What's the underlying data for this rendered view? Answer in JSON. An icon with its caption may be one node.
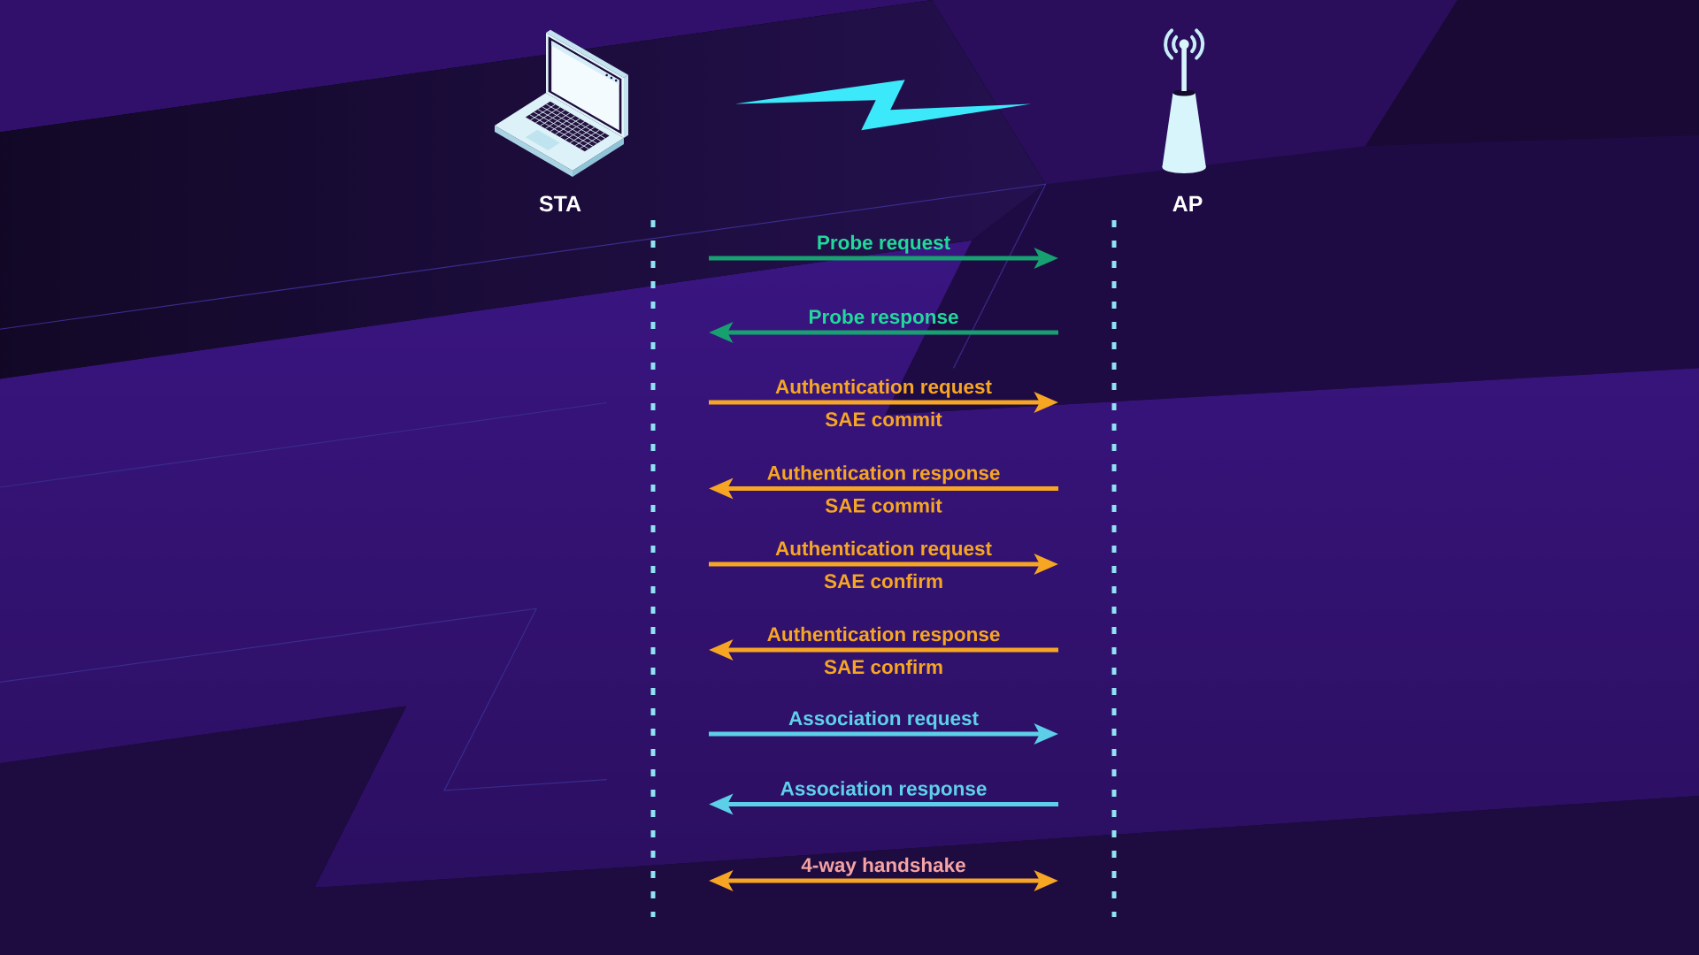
{
  "diagram": {
    "nodes": [
      {
        "text": [
          "STA"
        ]
      },
      {
        "text": [
          "AP"
        ]
      }
    ],
    "edges": [
      {
        "from": 0,
        "to": 1,
        "arrow": "to",
        "label": "Probe request",
        "color": "#17a070"
      },
      {
        "from": 1,
        "to": 0,
        "arrow": "to",
        "label": "Probe response",
        "color": "#17a070"
      },
      {
        "from": 0,
        "to": 1,
        "arrow": "to",
        "label": "Authentication request"
      },
      {
        "from": 1,
        "to": 0,
        "arrow": "to",
        "label": "Authentication response"
      },
      {
        "from": 0,
        "to": 1,
        "arrow": "to",
        "label": "Authentication request"
      },
      {
        "from": 1,
        "to": 0,
        "arrow": "to",
        "label": "Authentication response"
      },
      {
        "from": 0,
        "to": 1,
        "arrow": "to",
        "label": "Association request",
        "color": "#5dcfe8"
      },
      {
        "from": 1,
        "to": 0,
        "arrow": "to",
        "label": "Association response",
        "color": "#5dcfe8"
      },
      {
        "from": 0,
        "to": 1,
        "arrow": "both",
        "label": "4-way handshake"
      }
    ],
    "labels": [
      "SAE commit",
      "SAE commit",
      "SAE confirm",
      "SAE confirm"
    ]
  }
}
